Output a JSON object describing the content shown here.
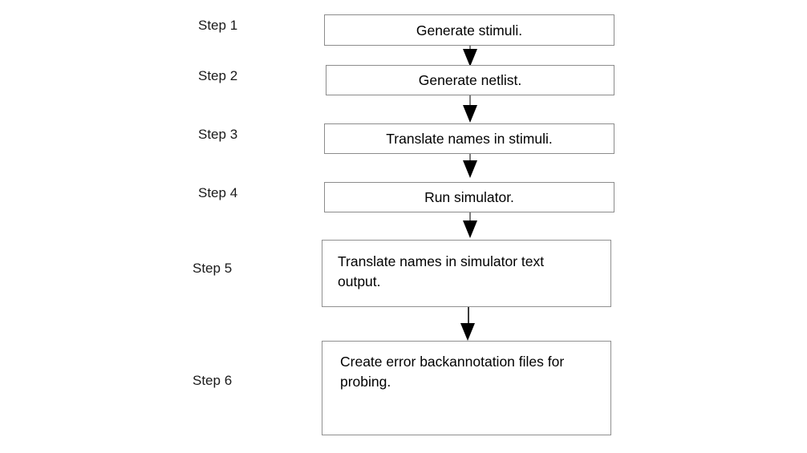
{
  "diagram": {
    "type": "flowchart",
    "orientation": "vertical",
    "background_color": "#ffffff",
    "box_border_color": "#8c8c8c",
    "arrow_color": "#000000",
    "text_color": "#000000",
    "steps": [
      {
        "label": "Step 1",
        "text": "Generate stimuli."
      },
      {
        "label": "Step 2",
        "text": "Generate netlist."
      },
      {
        "label": "Step 3",
        "text": "Translate names in stimuli."
      },
      {
        "label": "Step 4",
        "text": "Run simulator."
      },
      {
        "label": "Step 5",
        "text": "Translate names in simulator text output."
      },
      {
        "label": "Step 6",
        "text": "Create error backannotation files for probing."
      }
    ],
    "connectors": [
      {
        "from": "Step 1",
        "to": "Step 2",
        "style": "arrow-down"
      },
      {
        "from": "Step 2",
        "to": "Step 3",
        "style": "arrow-down"
      },
      {
        "from": "Step 3",
        "to": "Step 4",
        "style": "arrow-down"
      },
      {
        "from": "Step 4",
        "to": "Step 5",
        "style": "arrow-down"
      },
      {
        "from": "Step 5",
        "to": "Step 6",
        "style": "arrow-down"
      }
    ]
  }
}
